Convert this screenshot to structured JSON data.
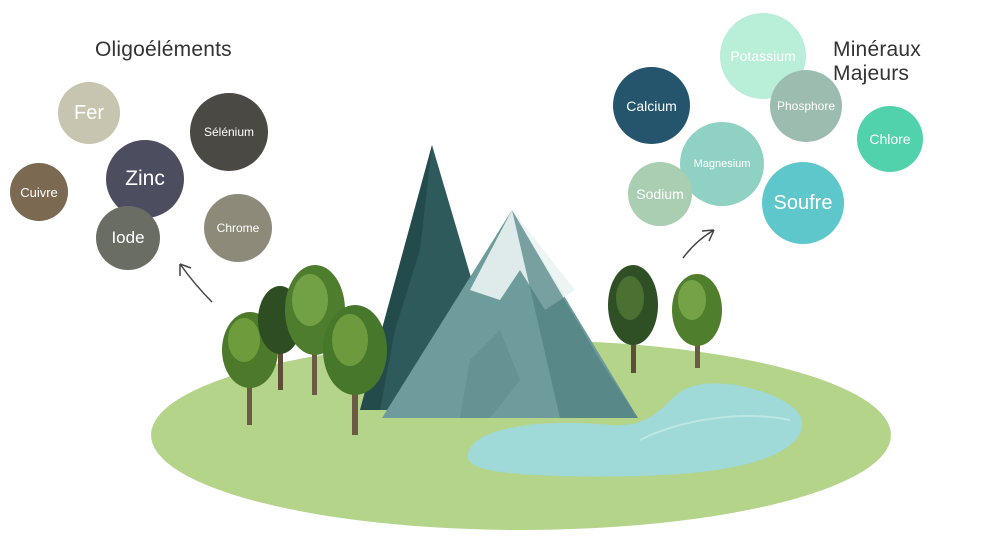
{
  "groups": {
    "trace": {
      "title": "Oligoéléments",
      "items": [
        {
          "label": "Fer",
          "color": "#c7c4b0"
        },
        {
          "label": "Sélénium",
          "color": "#4a4943"
        },
        {
          "label": "Zinc",
          "color": "#4c4d5f"
        },
        {
          "label": "Cuivre",
          "color": "#7b6951"
        },
        {
          "label": "Iode",
          "color": "#6a6d63"
        },
        {
          "label": "Chrome",
          "color": "#8e8a7a"
        }
      ]
    },
    "major": {
      "title": "Minéraux Majeurs",
      "items": [
        {
          "label": "Potassium",
          "color": "#b9eed9"
        },
        {
          "label": "Calcium",
          "color": "#25556c"
        },
        {
          "label": "Phosphore",
          "color": "#9cbcaf"
        },
        {
          "label": "Chlore",
          "color": "#52d2ac"
        },
        {
          "label": "Magnesium",
          "color": "#8fd1c3"
        },
        {
          "label": "Sodium",
          "color": "#a9ceb2"
        },
        {
          "label": "Soufre",
          "color": "#5ec7cc"
        }
      ]
    }
  },
  "colors": {
    "island": "#b4d48a",
    "lake": "#9fd9d8",
    "mountain_back": "#2f5a5b",
    "mountain_front": "#6e9b9b"
  }
}
